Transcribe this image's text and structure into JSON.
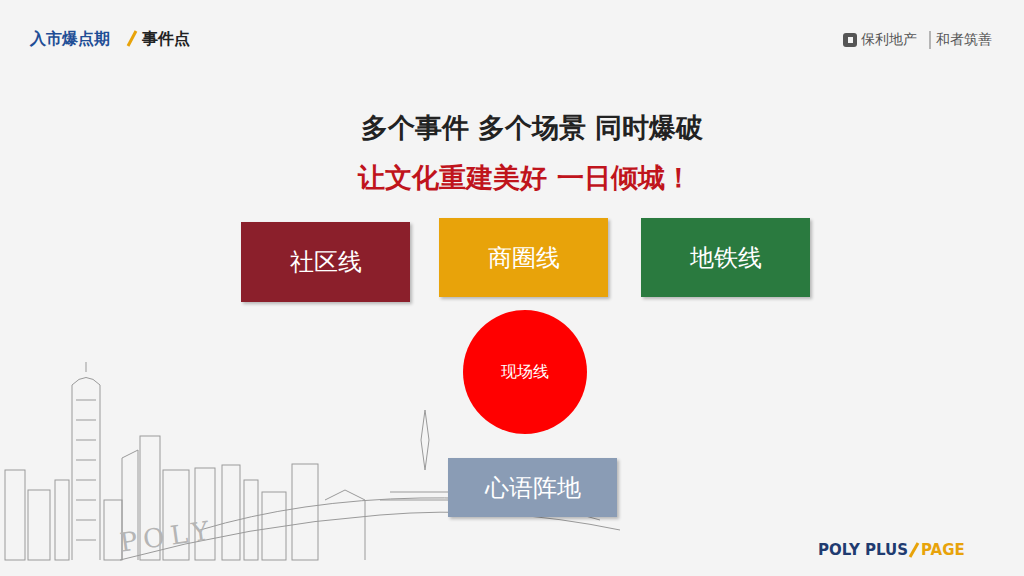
{
  "diagram": {
    "title": "多个事件 多个场景 同时爆破",
    "caption": "让文化重建美好 一日倾城！",
    "nodes": [
      {
        "text": [
          "社区线"
        ]
      },
      {
        "text": [
          "商圈线"
        ]
      },
      {
        "text": [
          "地铁线"
        ]
      },
      {
        "text": [
          "现场线"
        ]
      },
      {
        "text": [
          "心语阵地"
        ]
      }
    ],
    "labels": [
      "入市爆点期",
      "事件点",
      "保利地产",
      "和者筑善",
      "POLY PLUS",
      "PAGE",
      "POLY"
    ]
  }
}
